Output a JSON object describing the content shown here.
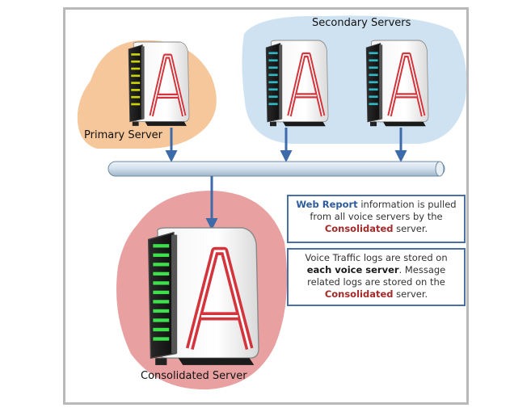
{
  "labels": {
    "secondary": "Secondary Servers",
    "primary": "Primary Server",
    "consolidated": "Consolidated Server"
  },
  "note_web_report": {
    "p1": "Web Report",
    "p2": " information is pulled from all voice servers by the ",
    "p3": "Consolidated",
    "p4": " server."
  },
  "note_logs": {
    "p1": "Voice Traffic logs are stored on ",
    "p2": "each voice server",
    "p3": ". Message related logs are stored on the ",
    "p4": "Consolidated",
    "p5": " server."
  },
  "colors": {
    "primary_blob": "#f6c79a",
    "secondary_blob": "#cfe2f2",
    "consolidated_blob": "#e9a0a0",
    "arrow": "#3d6aa8",
    "logo_red": "#d4343b",
    "primary_led": "#c9d400",
    "secondary_led": "#2fb8c4",
    "consolidated_led": "#3de04a"
  },
  "icons": [
    "server-tower-icon",
    "logo-a-icon"
  ]
}
